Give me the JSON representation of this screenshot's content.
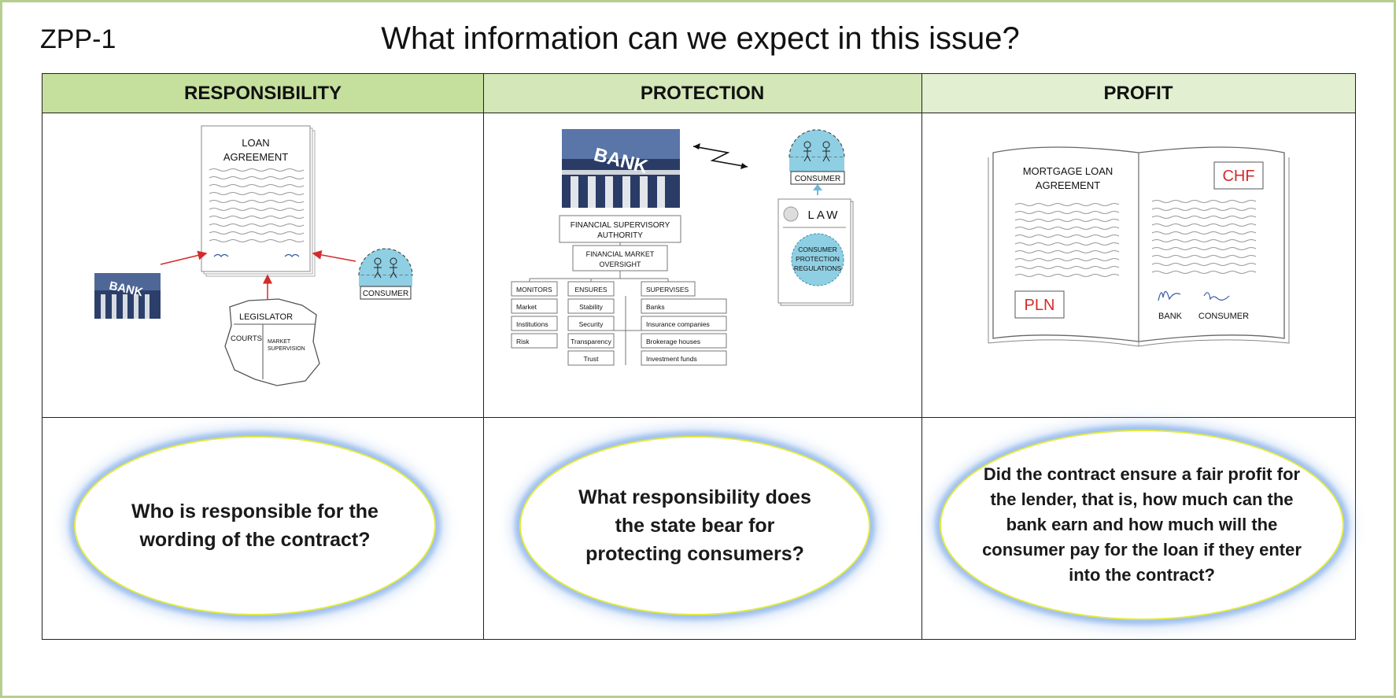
{
  "header": {
    "code": "ZPP-1",
    "title": "What information can we expect in this issue?"
  },
  "columns": [
    {
      "heading": "RESPONSIBILITY",
      "heading_bg": "#c5df9d",
      "diagram": {
        "doc_title_line1": "LOAN",
        "doc_title_line2": "AGREEMENT",
        "bank_sign": "BANK",
        "consumer_label": "CONSUMER",
        "legislator": "LEGISLATOR",
        "courts": "COURTS",
        "market_line1": "MARKET",
        "market_line2": "SUPERVISION"
      },
      "question": "Who is responsible for the wording of the contract?"
    },
    {
      "heading": "PROTECTION",
      "heading_bg": "#d4e7b8",
      "diagram": {
        "bank_sign": "BANK",
        "consumer_label": "CONSUMER",
        "law": "LAW",
        "regs_line1": "CONSUMER",
        "regs_line2": "PROTECTION",
        "regs_line3": "REGULATIONS",
        "fsa_line1": "FINANCIAL SUPERVISORY",
        "fsa_line2": "AUTHORITY",
        "fmo_line1": "FINANCIAL MARKET",
        "fmo_line2": "OVERSIGHT",
        "monitors": "MONITORS",
        "monitors_items": [
          "Market",
          "Institutions",
          "Risk"
        ],
        "ensures": "ENSURES",
        "ensures_items": [
          "Stability",
          "Security",
          "Transparency",
          "Trust"
        ],
        "supervises": "SUPERVISES",
        "supervises_items": [
          "Banks",
          "Insurance companies",
          "Brokerage houses",
          "Investment funds"
        ]
      },
      "question": "What responsibility does the state bear for protecting consumers?"
    },
    {
      "heading": "PROFIT",
      "heading_bg": "#e2efd0",
      "diagram": {
        "title_line1": "MORTGAGE LOAN",
        "title_line2": "AGREEMENT",
        "chf": "CHF",
        "pln": "PLN",
        "bank": "BANK",
        "consumer": "CONSUMER"
      },
      "question": "Did the contract ensure a fair profit for the lender, that is, how much can the bank earn and how much will the consumer pay for the loan if they enter into the contract?"
    }
  ],
  "colors": {
    "border": "#b5cf8f",
    "consumer_circle": "#8fcfe3",
    "red_arrow": "#d42b2b",
    "currency_red": "#d42b2b",
    "bubble_ring": "#e3ea3c",
    "bubble_glow": "#8cb4eb"
  }
}
